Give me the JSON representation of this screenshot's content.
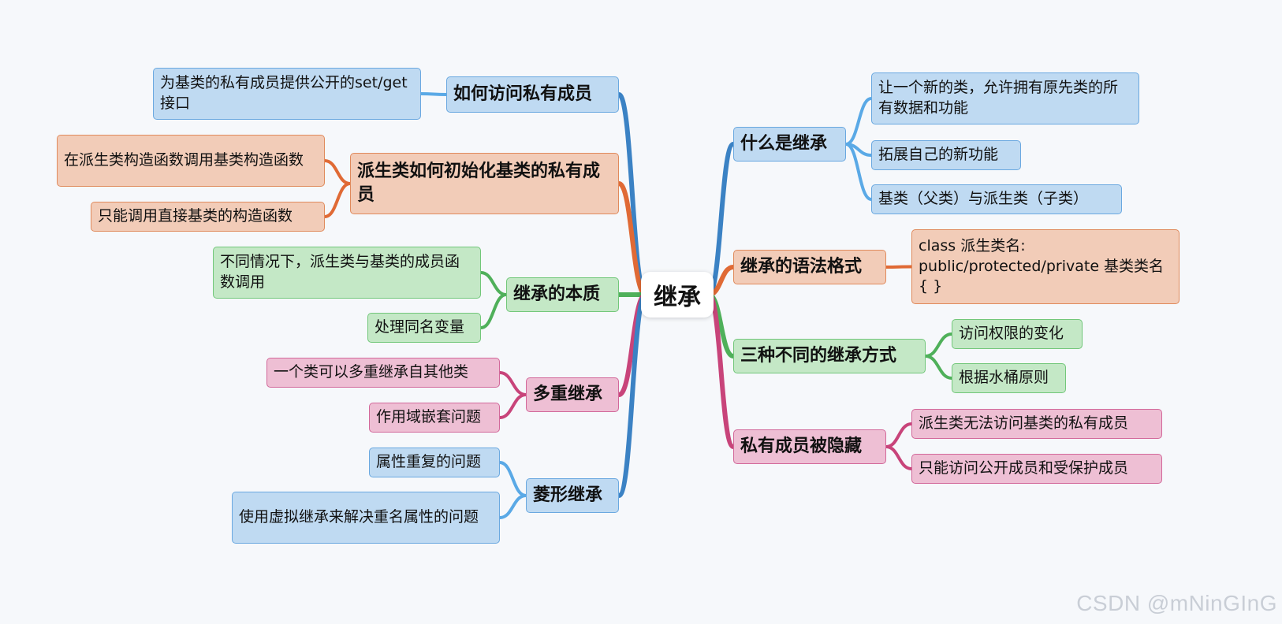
{
  "root": {
    "label": "继承"
  },
  "colors": {
    "blue": "#3b82c4",
    "orange": "#e06a35",
    "green": "#4fb05a",
    "pink": "#c8447a",
    "lightblue": "#5aa9e6"
  },
  "left_branches": [
    {
      "label": "如何访问私有成员",
      "color": "blue",
      "children": [
        "为基类的私有成员提供公开的set/get接口"
      ]
    },
    {
      "label": "派生类如何初始化基类的私有成员",
      "color": "orange",
      "children": [
        "在派生类构造函数调用基类构造函数",
        "只能调用直接基类的构造函数"
      ]
    },
    {
      "label": "继承的本质",
      "color": "green",
      "children": [
        "不同情况下，派生类与基类的成员函数调用",
        "处理同名变量"
      ]
    },
    {
      "label": "多重继承",
      "color": "pink",
      "children": [
        "一个类可以多重继承自其他类",
        "作用域嵌套问题"
      ]
    },
    {
      "label": "菱形继承",
      "color": "blue",
      "children": [
        "属性重复的问题",
        "使用虚拟继承来解决重名属性的问题"
      ]
    }
  ],
  "right_branches": [
    {
      "label": "什么是继承",
      "color": "blue",
      "children": [
        "让一个新的类，允许拥有原先类的所有数据和功能",
        "拓展自己的新功能",
        "基类（父类）与派生类（子类）"
      ]
    },
    {
      "label": "继承的语法格式",
      "color": "orange",
      "children": [
        "class 派生类名: public/protected/private 基类类名 { }"
      ]
    },
    {
      "label": "三种不同的继承方式",
      "color": "green",
      "children": [
        "访问权限的变化",
        "根据水桶原则"
      ]
    },
    {
      "label": "私有成员被隐藏",
      "color": "pink",
      "children": [
        "派生类无法访问基类的私有成员",
        "只能访问公开成员和受保护成员"
      ]
    }
  ],
  "watermark": "CSDN @mNinGInG"
}
